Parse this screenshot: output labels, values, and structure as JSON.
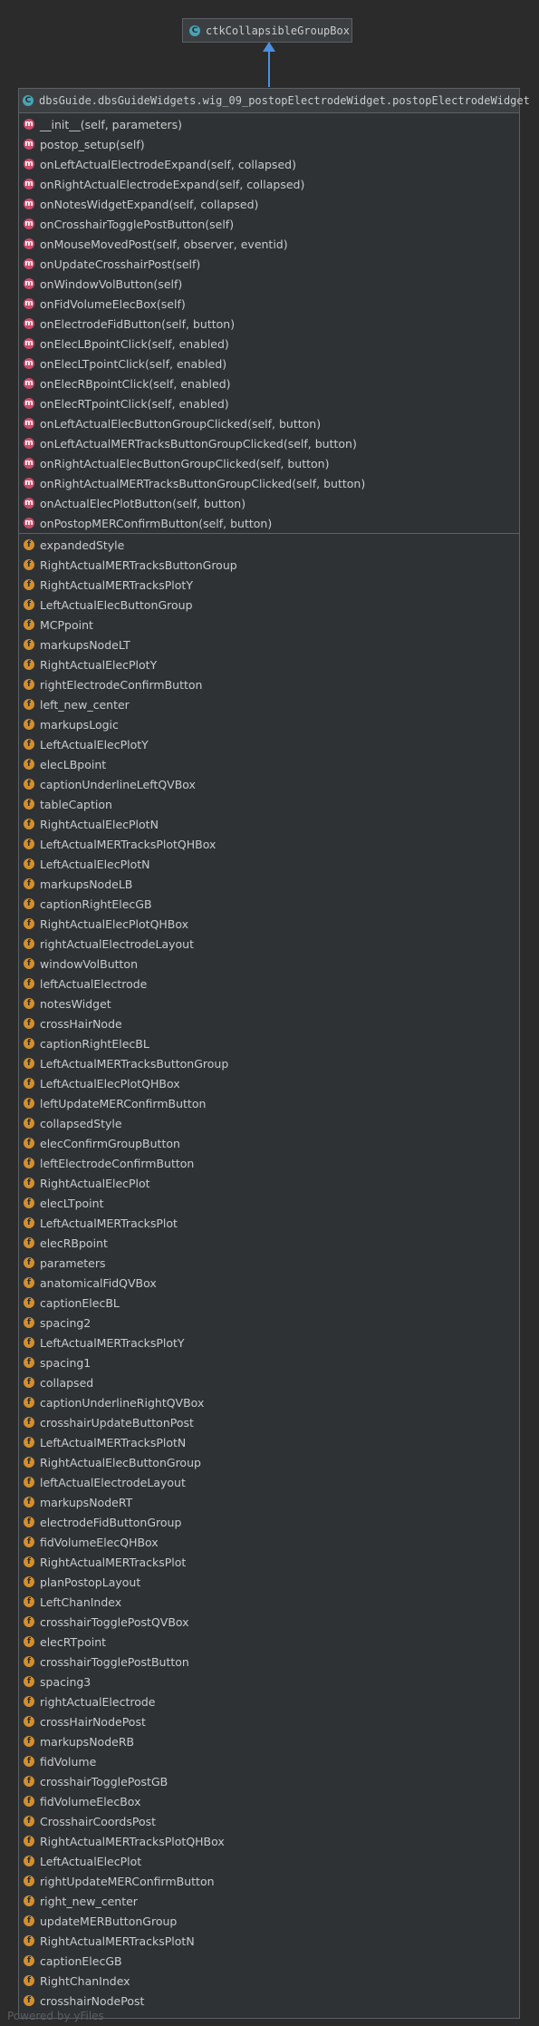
{
  "parent_class": {
    "name": "ctkCollapsibleGroupBox",
    "badge": "C"
  },
  "class": {
    "name": "dbsGuide.dbsGuideWidgets.wig_09_postopElectrodeWidget.postopElectrodeWidget",
    "badge": "C"
  },
  "badges": {
    "method": "m",
    "field": "f"
  },
  "methods": [
    "__init__(self, parameters)",
    "postop_setup(self)",
    "onLeftActualElectrodeExpand(self, collapsed)",
    "onRightActualElectrodeExpand(self, collapsed)",
    "onNotesWidgetExpand(self, collapsed)",
    "onCrosshairTogglePostButton(self)",
    "onMouseMovedPost(self, observer, eventid)",
    "onUpdateCrosshairPost(self)",
    "onWindowVolButton(self)",
    "onFidVolumeElecBox(self)",
    "onElectrodeFidButton(self, button)",
    "onElecLBpointClick(self, enabled)",
    "onElecLTpointClick(self, enabled)",
    "onElecRBpointClick(self, enabled)",
    "onElecRTpointClick(self, enabled)",
    "onLeftActualElecButtonGroupClicked(self, button)",
    "onLeftActualMERTracksButtonGroupClicked(self, button)",
    "onRightActualElecButtonGroupClicked(self, button)",
    "onRightActualMERTracksButtonGroupClicked(self, button)",
    "onActualElecPlotButton(self, button)",
    "onPostopMERConfirmButton(self, button)"
  ],
  "fields": [
    "expandedStyle",
    "RightActualMERTracksButtonGroup",
    "RightActualMERTracksPlotY",
    "LeftActualElecButtonGroup",
    "MCPpoint",
    "markupsNodeLT",
    "RightActualElecPlotY",
    "rightElectrodeConfirmButton",
    "left_new_center",
    "markupsLogic",
    "LeftActualElecPlotY",
    "elecLBpoint",
    "captionUnderlineLeftQVBox",
    "tableCaption",
    "RightActualElecPlotN",
    "LeftActualMERTracksPlotQHBox",
    "LeftActualElecPlotN",
    "markupsNodeLB",
    "captionRightElecGB",
    "RightActualElecPlotQHBox",
    "rightActualElectrodeLayout",
    "windowVolButton",
    "leftActualElectrode",
    "notesWidget",
    "crossHairNode",
    "captionRightElecBL",
    "LeftActualMERTracksButtonGroup",
    "LeftActualElecPlotQHBox",
    "leftUpdateMERConfirmButton",
    "collapsedStyle",
    "elecConfirmGroupButton",
    "leftElectrodeConfirmButton",
    "RightActualElecPlot",
    "elecLTpoint",
    "LeftActualMERTracksPlot",
    "elecRBpoint",
    "parameters",
    "anatomicalFidQVBox",
    "captionElecBL",
    "spacing2",
    "LeftActualMERTracksPlotY",
    "spacing1",
    "collapsed",
    "captionUnderlineRightQVBox",
    "crosshairUpdateButtonPost",
    "LeftActualMERTracksPlotN",
    "RightActualElecButtonGroup",
    "leftActualElectrodeLayout",
    "markupsNodeRT",
    "electrodeFidButtonGroup",
    "fidVolumeElecQHBox",
    "RightActualMERTracksPlot",
    "planPostopLayout",
    "LeftChanIndex",
    "crosshairTogglePostQVBox",
    "elecRTpoint",
    "crosshairTogglePostButton",
    "spacing3",
    "rightActualElectrode",
    "crossHairNodePost",
    "markupsNodeRB",
    "fidVolume",
    "crosshairTogglePostGB",
    "fidVolumeElecBox",
    "CrosshairCoordsPost",
    "RightActualMERTracksPlotQHBox",
    "LeftActualElecPlot",
    "rightUpdateMERConfirmButton",
    "right_new_center",
    "updateMERButtonGroup",
    "RightActualMERTracksPlotN",
    "captionElecGB",
    "RightChanIndex",
    "crosshairNodePost"
  ],
  "watermark": "Powered by yFiles"
}
